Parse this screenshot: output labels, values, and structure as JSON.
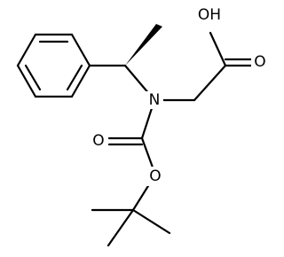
{
  "molecule": {
    "atoms": {
      "n": "N",
      "o_carbonyl_acid": "O",
      "o_hydroxyl_acid": "OH",
      "o_carbonyl_boc": "O",
      "o_ester_boc": "O"
    }
  },
  "colors": {
    "bond": "#000000",
    "background": "#ffffff"
  }
}
